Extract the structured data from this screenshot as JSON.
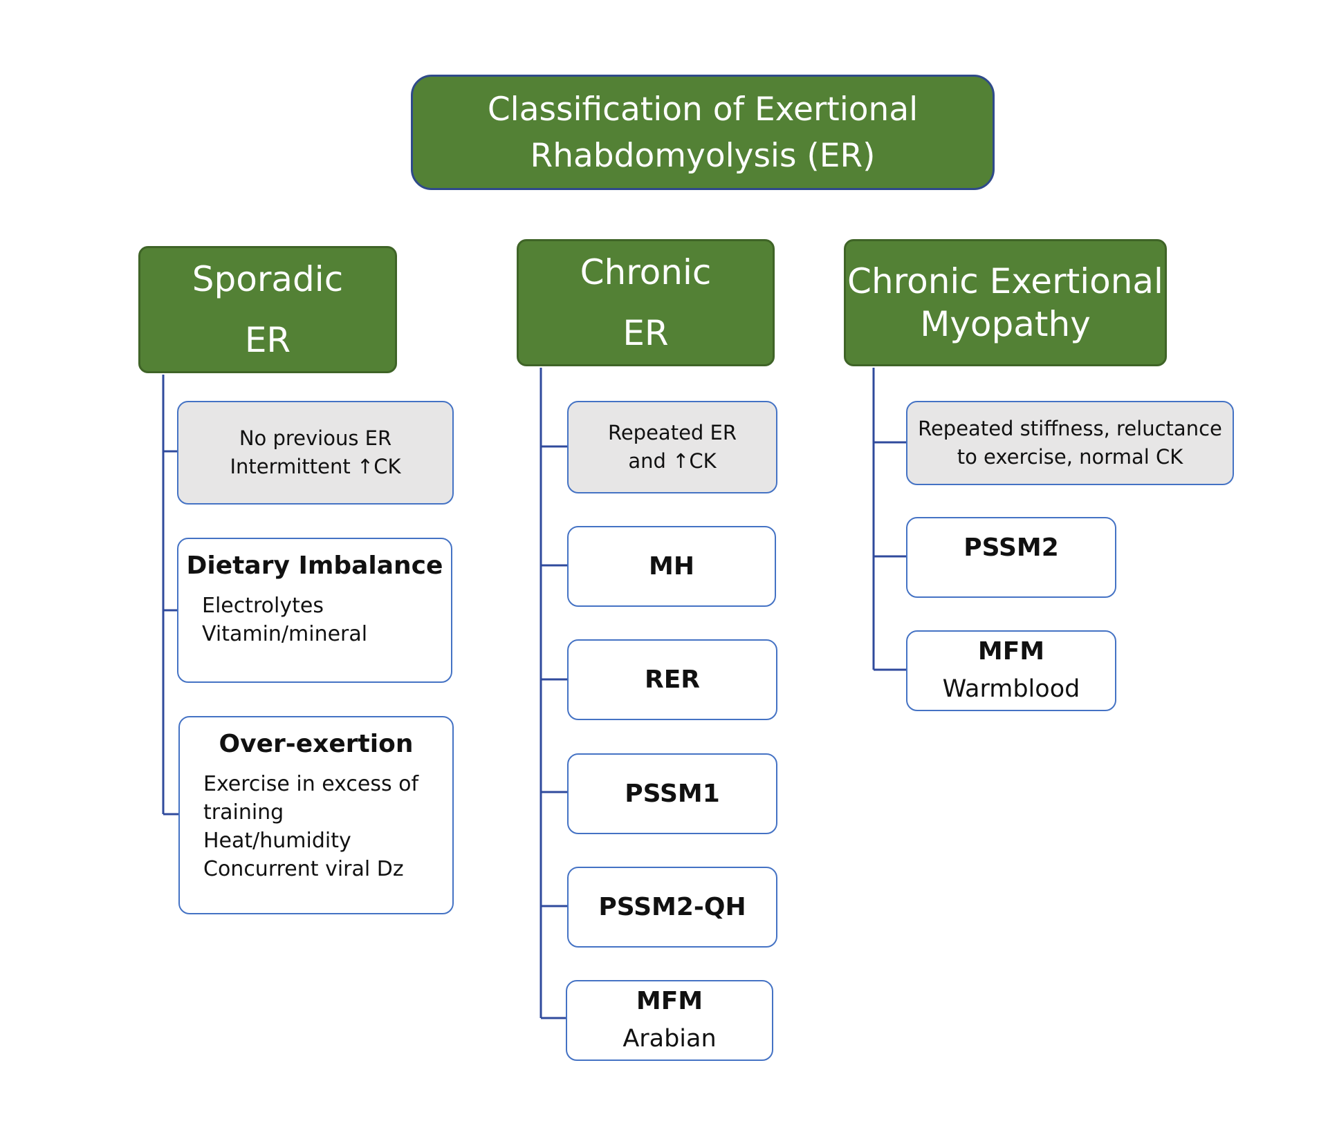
{
  "root": {
    "lines": [
      "Classification of Exertional",
      "Rhabdomyolysis (ER)"
    ]
  },
  "columns": [
    {
      "header": [
        "Sporadic",
        "ER"
      ],
      "description": [
        "No previous ER",
        "Intermittent ↑CK"
      ],
      "leaves": [
        {
          "title": "Dietary Imbalance",
          "items": [
            "Electrolytes",
            " Vitamin/mineral"
          ]
        },
        {
          "title": "Over-exertion",
          "items": [
            " Exercise in excess of",
            "training",
            " Heat/humidity",
            " Concurrent viral Dz"
          ]
        }
      ]
    },
    {
      "header": [
        "Chronic",
        "ER"
      ],
      "description": [
        "Repeated ER",
        "and ↑CK"
      ],
      "leaves": [
        {
          "title": "MH"
        },
        {
          "title": "RER"
        },
        {
          "title": "PSSM1"
        },
        {
          "title": "PSSM2-QH"
        },
        {
          "title": "MFM",
          "subtitle": "Arabian"
        }
      ]
    },
    {
      "header": [
        "Chronic Exertional",
        "Myopathy"
      ],
      "description": [
        "Repeated stiffness, reluctance",
        "to exercise, normal CK"
      ],
      "leaves": [
        {
          "title": "PSSM2"
        },
        {
          "title": "MFM",
          "subtitle": "Warmblood"
        }
      ]
    }
  ],
  "colors": {
    "header_fill": "#538135",
    "leaf_border": "#4472c4",
    "description_fill": "#e7e6e6",
    "connector": "#2f4a9c"
  }
}
